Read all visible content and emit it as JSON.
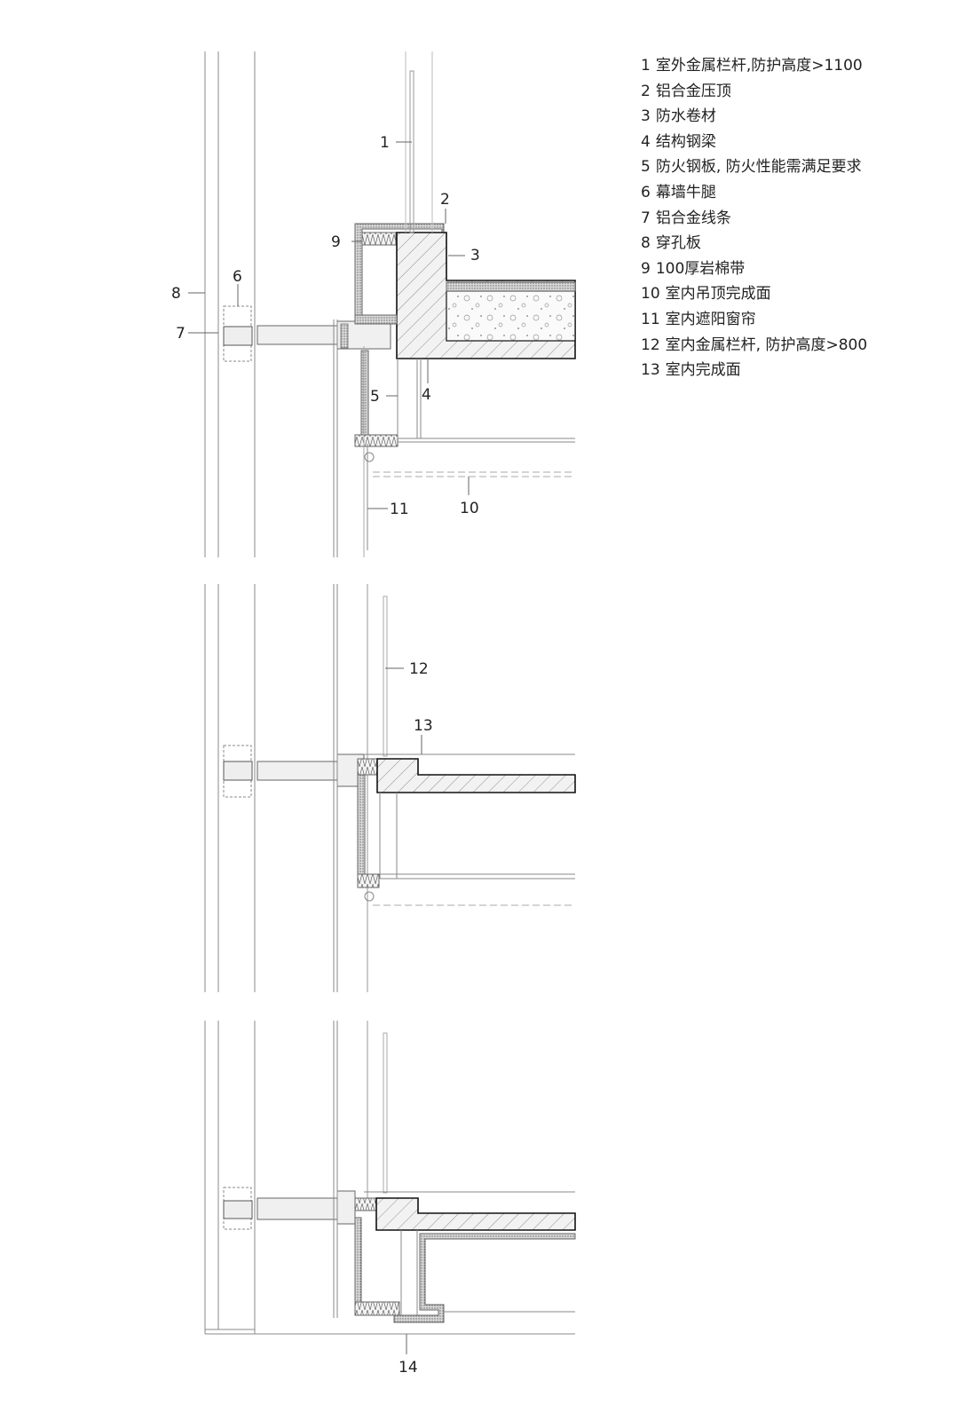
{
  "figure": {
    "type": "curtain-wall section detail",
    "legend": [
      {
        "num": "1",
        "text": "室外金属栏杆,防护高度>1100"
      },
      {
        "num": "2",
        "text": "铝合金压顶"
      },
      {
        "num": "3",
        "text": "防水卷材"
      },
      {
        "num": "4",
        "text": "结构钢梁"
      },
      {
        "num": "5",
        "text": "防火钢板, 防火性能需满足要求"
      },
      {
        "num": "6",
        "text": "幕墙牛腿"
      },
      {
        "num": "7",
        "text": "铝合金线条"
      },
      {
        "num": "8",
        "text": "穿孔板"
      },
      {
        "num": "9",
        "text": "100厚岩棉带"
      },
      {
        "num": "10",
        "text": "室内吊顶完成面"
      },
      {
        "num": "11",
        "text": "室内遮阳窗帘"
      },
      {
        "num": "12",
        "text": "室内金属栏杆, 防护高度>800"
      },
      {
        "num": "13",
        "text": "室内完成面"
      }
    ],
    "callouts": {
      "c1": "1",
      "c2": "2",
      "c3": "3",
      "c4": "4",
      "c5": "5",
      "c6": "6",
      "c7": "7",
      "c8": "8",
      "c9": "9",
      "c10": "10",
      "c11": "11",
      "c12": "12",
      "c13": "13",
      "c14": "14"
    },
    "colors": {
      "line": "#555555",
      "light": "#b5b5b5",
      "fill": "#f3f3f3",
      "bold": "#111111"
    }
  }
}
